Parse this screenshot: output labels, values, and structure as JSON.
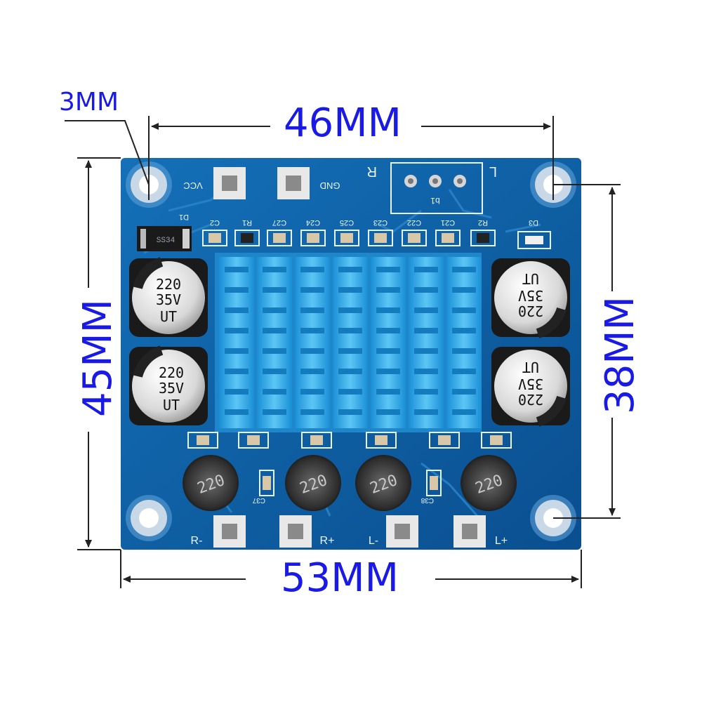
{
  "dimensions": {
    "hole_diameter": "3MM",
    "hole_spacing_width": "46MM",
    "board_height": "45MM",
    "hole_spacing_height": "38MM",
    "board_width": "53MM"
  },
  "board_labels": {
    "vcc": "VCC",
    "gnd": "GND",
    "right_channel": "R",
    "left_channel": "L",
    "pot": "b1",
    "diode_1": "D1",
    "diode_3": "D3",
    "diode_part": "SS34",
    "r_minus": "R-",
    "r_plus": "R+",
    "l_minus": "L-",
    "l_plus": "L+",
    "smd_top": [
      "C2",
      "R1",
      "C27",
      "C24",
      "C25",
      "C23",
      "C22",
      "C21",
      "R2"
    ],
    "c37": "C37",
    "c38": "C38"
  },
  "capacitor_text": [
    "220",
    "35V",
    "UT"
  ],
  "inductor_text": "220",
  "colors": {
    "dimension_blue": "#1a1ae6",
    "pcb_blue": "#0d5fa8",
    "heatsink_blue": "#2aa0e6"
  }
}
